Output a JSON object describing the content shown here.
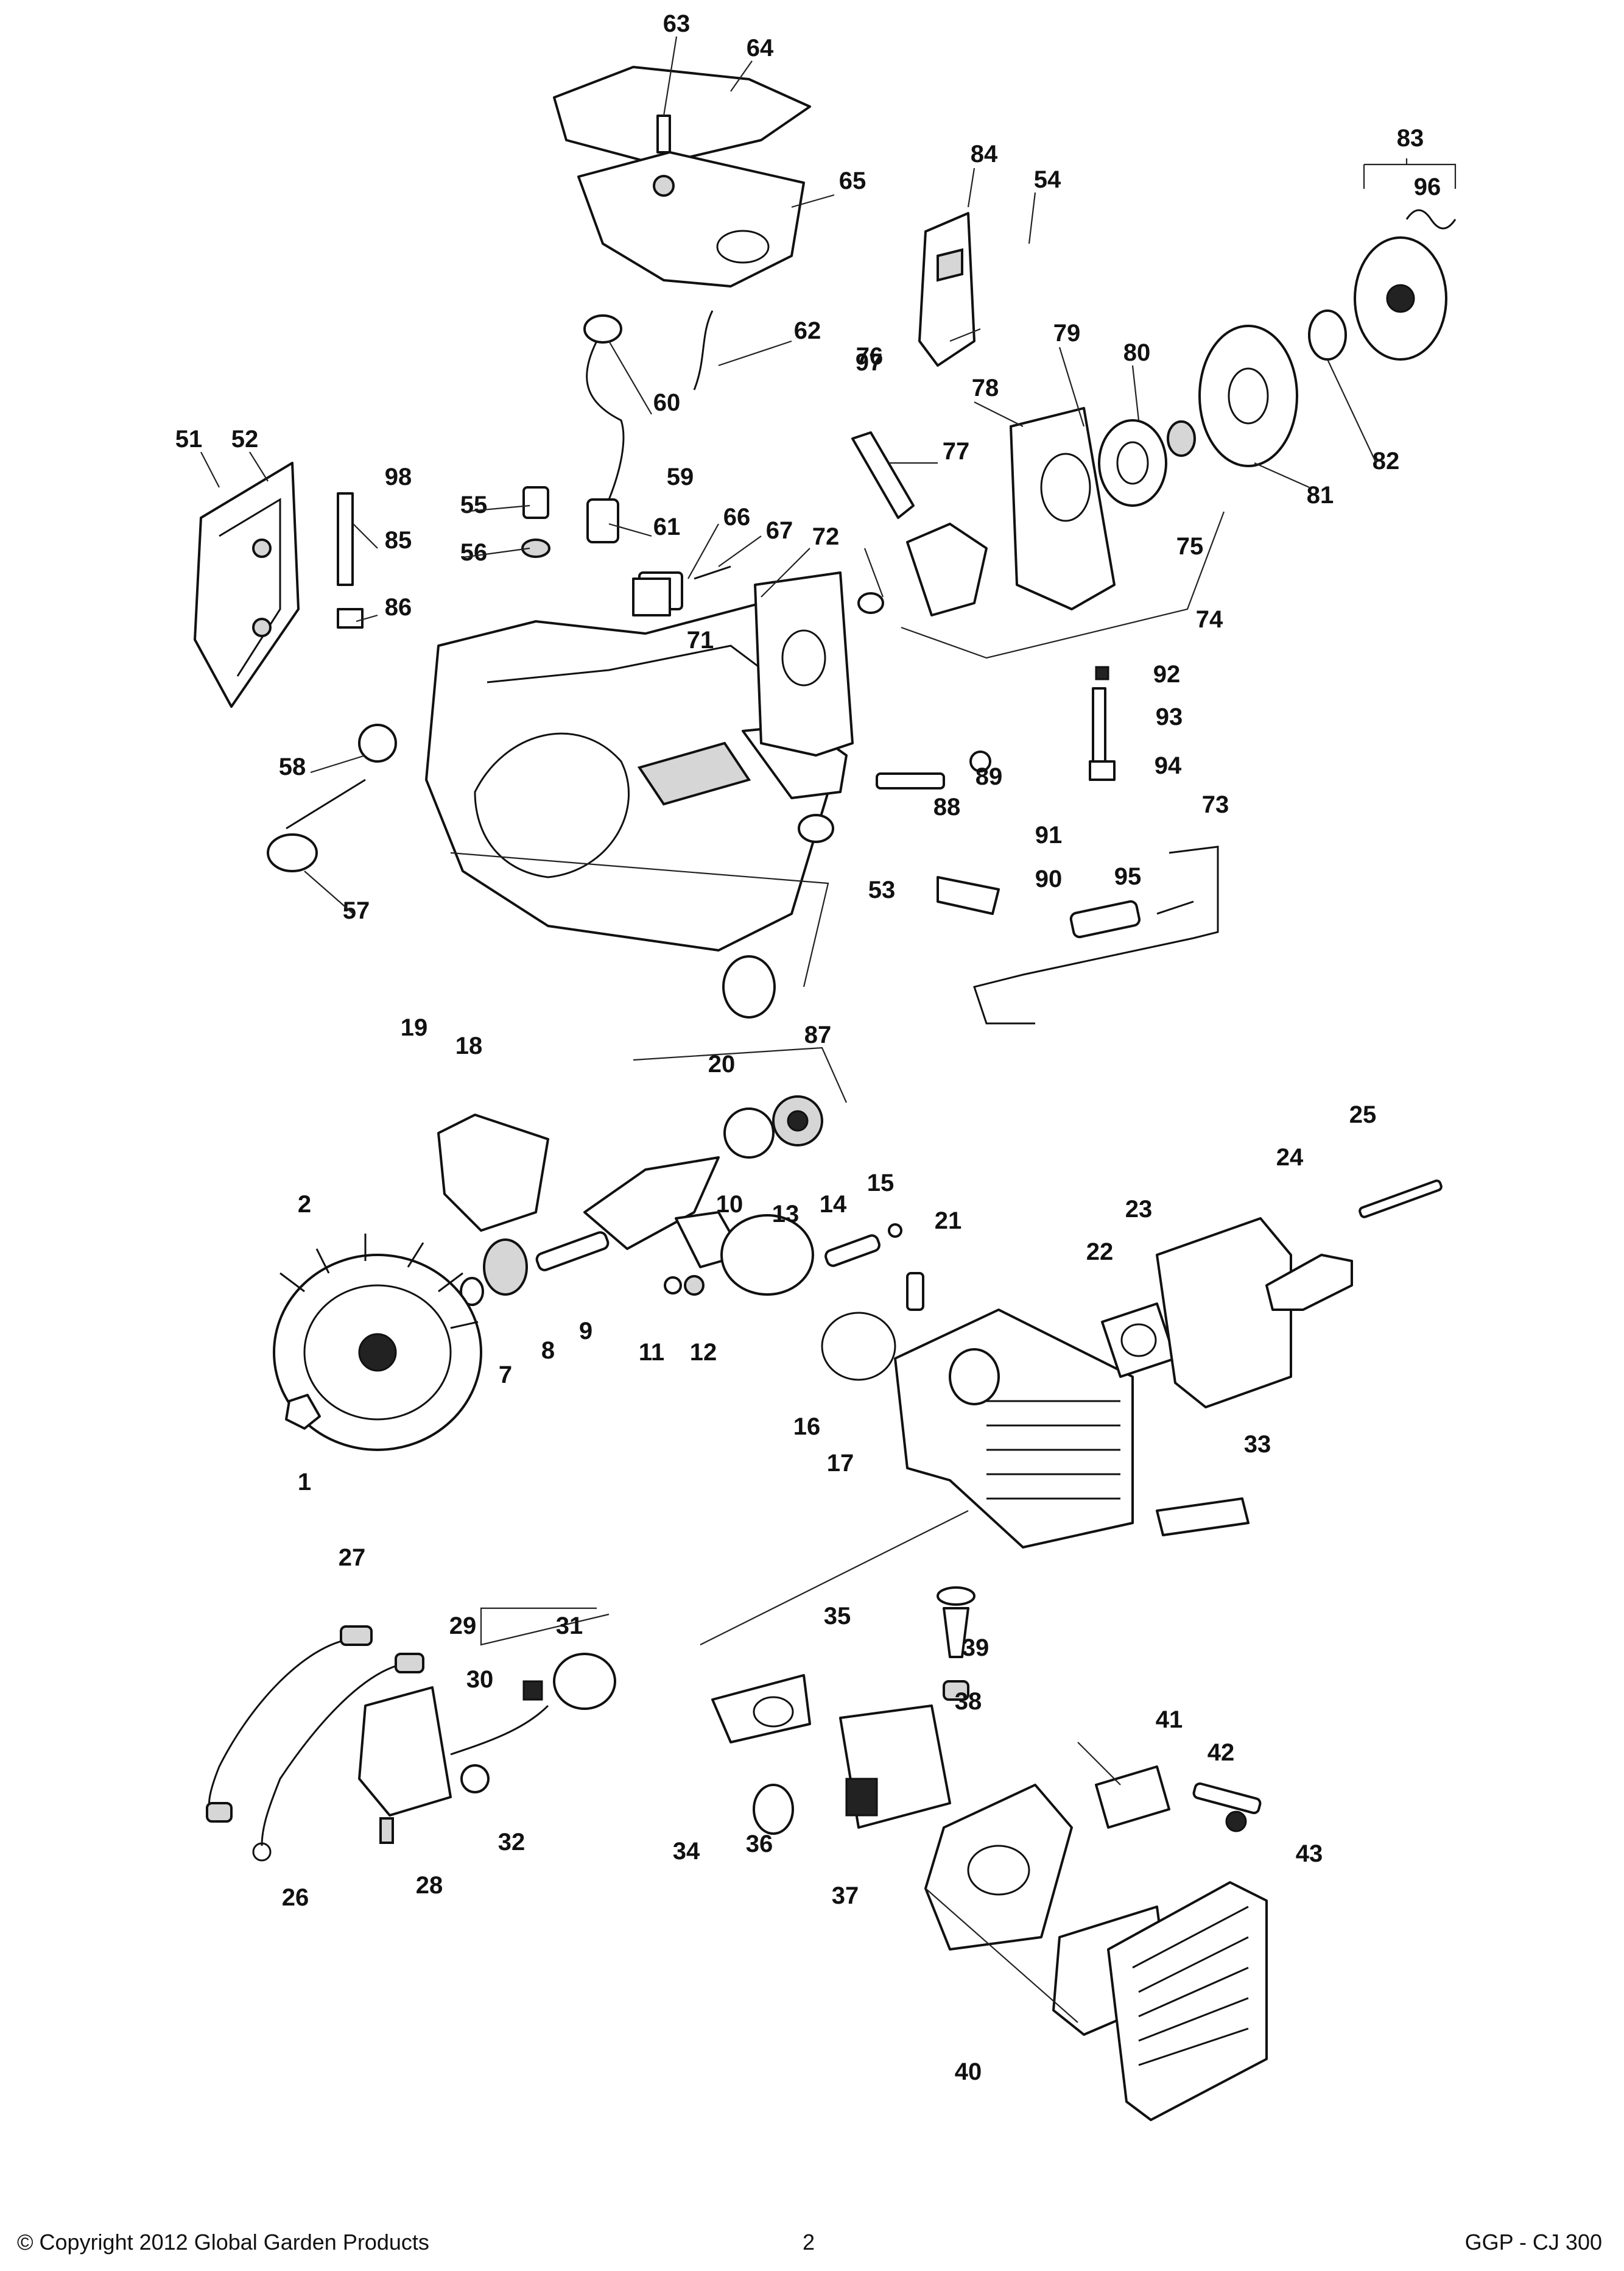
{
  "diagram": {
    "part_numbers": [
      "1",
      "2",
      "7",
      "8",
      "9",
      "10",
      "11",
      "12",
      "13",
      "14",
      "15",
      "16",
      "17",
      "18",
      "19",
      "20",
      "21",
      "22",
      "23",
      "24",
      "25",
      "26",
      "27",
      "28",
      "29",
      "30",
      "31",
      "32",
      "33",
      "34",
      "35",
      "36",
      "37",
      "38",
      "39",
      "40",
      "41",
      "42",
      "43",
      "51",
      "52",
      "53",
      "54",
      "55",
      "56",
      "57",
      "58",
      "59",
      "60",
      "61",
      "62",
      "63",
      "64",
      "65",
      "66",
      "67",
      "71",
      "72",
      "73",
      "74",
      "75",
      "76",
      "77",
      "78",
      "79",
      "80",
      "81",
      "82",
      "83",
      "84",
      "85",
      "86",
      "87",
      "88",
      "89",
      "90",
      "91",
      "92",
      "93",
      "94",
      "95",
      "96",
      "97",
      "98"
    ]
  },
  "footer": {
    "copyright": "© Copyright 2012 Global Garden Products",
    "page_number": "2",
    "model": "GGP - CJ 300"
  }
}
